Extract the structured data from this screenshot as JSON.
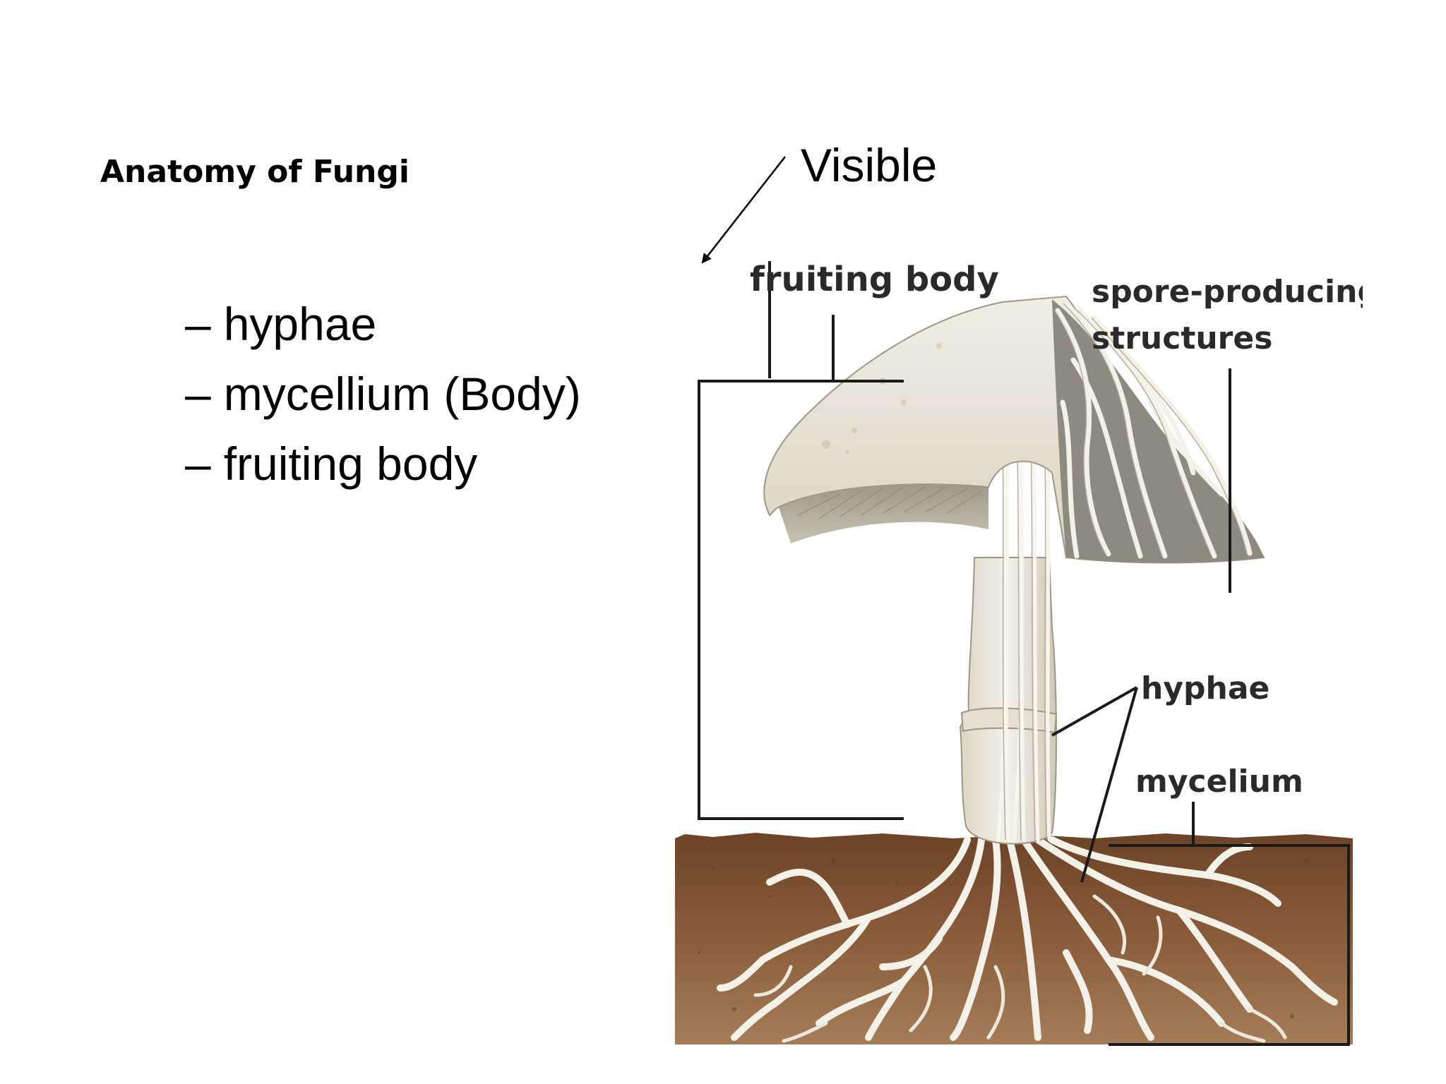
{
  "slide": {
    "title": "Anatomy of Fungi",
    "bullets": [
      {
        "dash": "–",
        "text": "hyphae"
      },
      {
        "dash": "–",
        "text": "mycellium (Body)"
      },
      {
        "dash": "–",
        "text": "fruiting body"
      }
    ],
    "annotation": "Visible"
  },
  "diagram": {
    "labels": {
      "fruiting_body": "fruiting body",
      "spore_line1": "spore-producing",
      "spore_line2": "structures",
      "hyphae": "hyphae",
      "mycelium": "mycelium"
    },
    "colors": {
      "soil": "#7a4e2f",
      "soil_light": "#a9805a",
      "cap": "#ece8dc",
      "hyphae": "#f4f1e8",
      "line": "#1a1a1a"
    }
  }
}
